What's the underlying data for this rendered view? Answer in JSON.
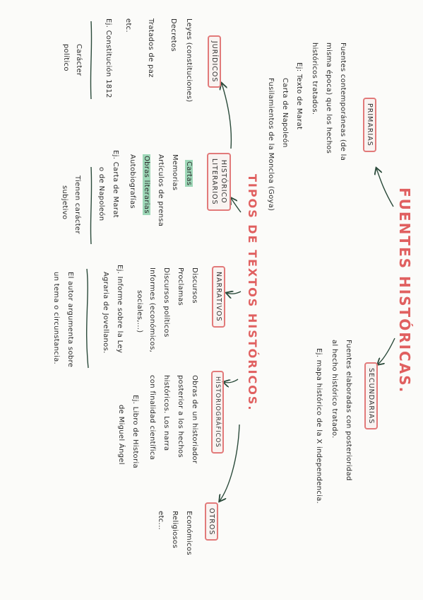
{
  "title": "FUENTES HISTÓRICAS.",
  "subtitle": "TIPOS DE TEXTOS HISTÓRICOS.",
  "primarias": {
    "label": "PRIMARIAS",
    "lines": [
      "Fuentes contemporáneas (de la",
      "misma época) que los hechos",
      "históricos tratados."
    ],
    "examples": [
      "Ej: Texto de Marat",
      "Carta de Napoleón",
      "Fusilamientos de la Moncloa (Goya)"
    ]
  },
  "secundarias": {
    "label": "SECUNDARIAS",
    "lines": [
      "Fuentes elaboradas con posterioridad",
      "al hecho histórico tratado.",
      "Ej. mapa histórico de la X independencia."
    ]
  },
  "juridicos": {
    "label": "JURÍDICOS",
    "items": [
      "Leyes (constituciones)",
      "Decretos",
      "Tratados de paz",
      "etc."
    ],
    "example": "Ej. Constitución 1812",
    "note": [
      "Carácter",
      "político"
    ]
  },
  "historico_literarios": {
    "label_line1": "HISTÓRICO",
    "label_line2": "LITERARIOS",
    "items": [
      "Cartas",
      "Memorias",
      "Artículos de prensa",
      "Obras literarias",
      "Autobiografías"
    ],
    "example": [
      "Ej. Carta de Marat",
      "o de Napoleón"
    ],
    "note": [
      "Tienen carácter",
      "subjetivo"
    ]
  },
  "narrativos": {
    "label": "NARRATIVOS",
    "items": [
      "Discursos",
      "Proclamas",
      "Discursos políticos",
      "Informes (económicos,",
      "sociales,...)"
    ],
    "example": [
      "Ej. Informe sobre la Ley",
      "Agraria de Jovellanos."
    ],
    "note": [
      "El autor argumenta sobre",
      "un tema o circunstancia."
    ]
  },
  "historiograficos": {
    "label": "HISTORIOGRÁFICOS",
    "lines": [
      "Obras de un historiador",
      "posterior a los hechos",
      "históricos. Los narra",
      "con finalidad científica"
    ],
    "example": [
      "Ej. Libro de Historia",
      "de Miguel Ángel"
    ]
  },
  "otros": {
    "label": "OTROS",
    "items": [
      "Económicos",
      "Religiosos",
      "etc..."
    ]
  },
  "colors": {
    "accent": "#e06060",
    "box_border": "#e27a7a",
    "highlight": "#9ed8b8",
    "ink": "#2d2d2d",
    "arrow": "#2a4a3a"
  }
}
